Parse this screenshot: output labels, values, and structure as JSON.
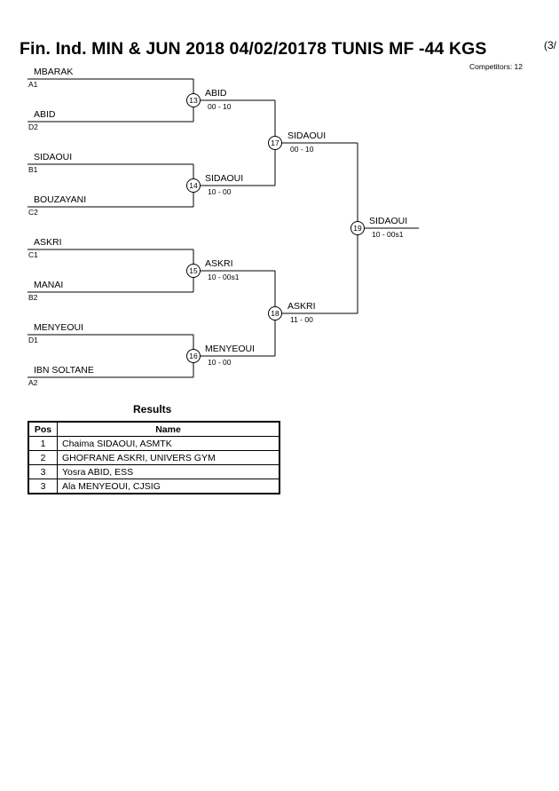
{
  "header": {
    "title": "Fin. Ind. MIN & JUN 2018  04/02/20178  TUNIS   MF -44 KGS",
    "title_suffix": "(3/",
    "competitors": "Competitors: 12"
  },
  "bracket": {
    "round1": [
      {
        "name": "MBARAK",
        "seed": "A1"
      },
      {
        "name": "ABID",
        "seed": "D2"
      },
      {
        "name": "SIDAOUI",
        "seed": "B1"
      },
      {
        "name": "BOUZAYANI",
        "seed": "C2"
      },
      {
        "name": "ASKRI",
        "seed": "C1"
      },
      {
        "name": "MANAI",
        "seed": "B2"
      },
      {
        "name": "MENYEOUI",
        "seed": "D1"
      },
      {
        "name": "IBN SOLTANE",
        "seed": "A2"
      }
    ],
    "round2": [
      {
        "match": "13",
        "winner": "ABID",
        "score": "00 - 10"
      },
      {
        "match": "14",
        "winner": "SIDAOUI",
        "score": "10 - 00"
      },
      {
        "match": "15",
        "winner": "ASKRI",
        "score": "10 - 00s1"
      },
      {
        "match": "16",
        "winner": "MENYEOUI",
        "score": "10 - 00"
      }
    ],
    "round3": [
      {
        "match": "17",
        "winner": "SIDAOUI",
        "score": "00 - 10"
      },
      {
        "match": "18",
        "winner": "ASKRI",
        "score": "11 - 00"
      }
    ],
    "final": {
      "match": "19",
      "winner": "SIDAOUI",
      "score": "10 - 00s1"
    }
  },
  "results": {
    "title": "Results",
    "headers": {
      "pos": "Pos",
      "name": "Name"
    },
    "rows": [
      {
        "pos": "1",
        "name": "Chaima SIDAOUI, ASMTK"
      },
      {
        "pos": "2",
        "name": "GHOFRANE ASKRI, UNIVERS GYM"
      },
      {
        "pos": "3",
        "name": "Yosra ABID, ESS"
      },
      {
        "pos": "3",
        "name": "Ala MENYEOUI, CJSIG"
      }
    ]
  }
}
